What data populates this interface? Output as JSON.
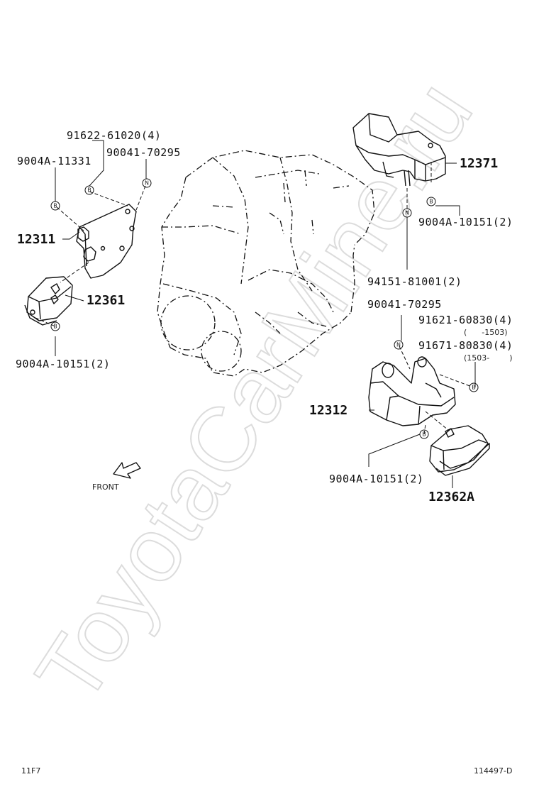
{
  "watermark": "ToyotaCarMine.ru",
  "callouts": {
    "p91622": "91622-61020(4)",
    "p9004a_11331": "9004A-11331",
    "p90041_left": "90041-70295",
    "p12311": "12311",
    "p12361": "12361",
    "p9004a_10151_left": "9004A-10151(2)",
    "p12371": "12371",
    "p9004a_10151_right": "9004A-10151(2)",
    "p94151": "94151-81001(2)",
    "p90041_right": "90041-70295",
    "p91621": "91621-60830(4)",
    "p91621_range": "(      -1503)",
    "p91671": "91671-80830(4)",
    "p91671_range": "(1503-        )",
    "p12312": "12312",
    "p9004a_10151_bottom": "9004A-10151(2)",
    "p12362a": "12362A"
  },
  "symbols": {
    "bolt": "B",
    "nut": "N"
  },
  "front_label": "FRONT",
  "footer": {
    "left_code": "11F7",
    "right_code": "114497-D"
  }
}
